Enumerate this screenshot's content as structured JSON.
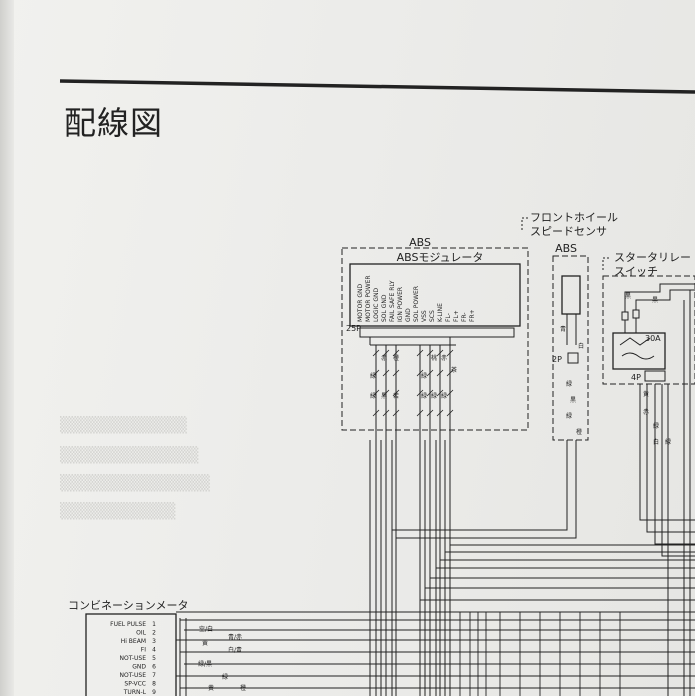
{
  "page": {
    "title": "配線図"
  },
  "abs_group": {
    "label": "ABS",
    "module_label": "ABSモジュレータ",
    "connector": "25P",
    "pins": [
      "MOTOR GND",
      "MOTOR POWER",
      "LOGIC GND",
      "SOL GND",
      "FAIL SAFE RLY",
      "IGN POWER",
      "GND",
      "SOL POWER",
      "VSS",
      "SCS",
      "K-LINE",
      "FL-",
      "FL+",
      "FR-",
      "FR+"
    ],
    "wire_colors_top": [
      "赤",
      "橙",
      "桃",
      "赤",
      "茶"
    ],
    "wire_colors_bottom": [
      "緑",
      "緑",
      "黒",
      "若",
      "緑",
      "緑",
      "緑",
      "緑"
    ]
  },
  "front_sensor": {
    "label": "フロントホイール\nスピードセンサ",
    "label_line1": "フロントホイール",
    "label_line2": "スピードセンサ",
    "group_label": "ABS",
    "connector": "2P",
    "wire_colors": [
      "青",
      "白",
      "緑",
      "黒",
      "緑",
      "橙"
    ]
  },
  "starter_relay": {
    "label_line1": "スタータリレー",
    "label_line2": "スイッチ",
    "fuse": "30A",
    "connector": "4P",
    "wire_colors": [
      "黒",
      "黒",
      "黄",
      "赤",
      "緑",
      "白",
      "緑"
    ]
  },
  "combination_meter": {
    "label": "コンビネーションメータ",
    "pins": [
      "FUEL PULSE",
      "OIL",
      "Hi BEAM",
      "FI",
      "NOT-USE",
      "GND",
      "NOT-USE",
      "SP-VCC",
      "TURN-L"
    ],
    "pin_numbers": [
      "1",
      "2",
      "3",
      "4",
      "5",
      "6",
      "7",
      "8",
      "9"
    ],
    "wire_colors": [
      "空/白",
      "青/赤",
      "黄",
      "白/青",
      "緑/黒",
      "緑",
      "黄",
      "橙",
      "黄"
    ]
  }
}
